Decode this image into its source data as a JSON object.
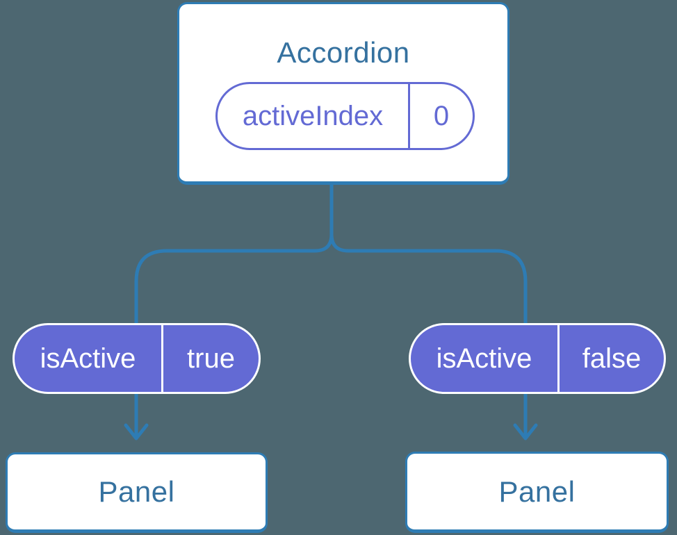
{
  "colors": {
    "background": "#4d6771",
    "line": "#2e7cb4",
    "component_text": "#35719f",
    "purple": "#636ad4",
    "card": "#ffffff"
  },
  "diagram": {
    "type": "component-tree",
    "parent": {
      "title": "Accordion",
      "state": {
        "name": "activeIndex",
        "value": "0"
      }
    },
    "children": [
      {
        "title": "Panel",
        "prop": {
          "name": "isActive",
          "value": "true"
        }
      },
      {
        "title": "Panel",
        "prop": {
          "name": "isActive",
          "value": "false"
        }
      }
    ]
  }
}
